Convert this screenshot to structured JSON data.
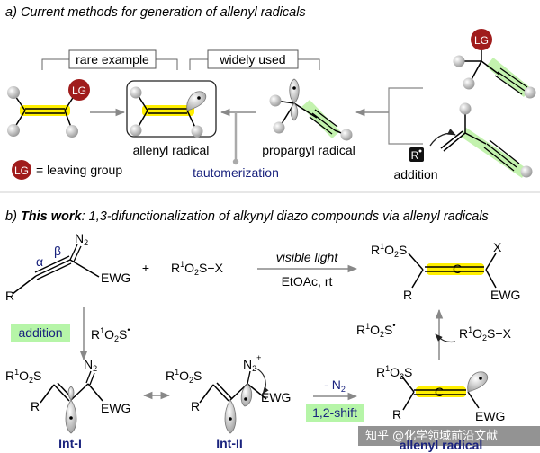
{
  "colors": {
    "highlight_yellow": "#ffef00",
    "highlight_green": "#b8f0a0",
    "label_box_green": "#b6f5a8",
    "lg_red": "#a01c1c",
    "text_blue": "#1a237e",
    "atom_grey": "#bdbdbd"
  },
  "section_a": {
    "label": "a)",
    "title": "Current methods for generation of allenyl radicals",
    "rare_example": "rare example",
    "widely_used": "widely used",
    "lg": "LG",
    "allenyl_radical": "allenyl radical",
    "propargyl_radical": "propargyl radical",
    "lg_legend": "= leaving group",
    "tautomerization": "tautomerization",
    "r_radical": "R",
    "addition": "addition"
  },
  "section_b": {
    "label": "b)",
    "title_bold": "This work",
    "title_rest": ":  1,3-difunctionalization of alkynyl diazo compounds via allenyl radicals",
    "alpha": "α",
    "beta": "β",
    "n2": "N",
    "two": "2",
    "ewg": "EWG",
    "plus": "+",
    "r": "R",
    "one": "1",
    "o2s": "O",
    "s": "S",
    "x": "X",
    "visible_light": "visible light",
    "conditions": "EtOAc, rt",
    "addition": "addition",
    "int1": "Int-I",
    "int2": "Int-II",
    "minus_n2": "- N",
    "shift": "1,2-shift",
    "allenyl_radical": "allenyl radical",
    "c": "C",
    "radical_dot": "•",
    "plus_sign": "+",
    "minus_sign": "−"
  },
  "watermark": "知乎 @化学领域前沿文献"
}
